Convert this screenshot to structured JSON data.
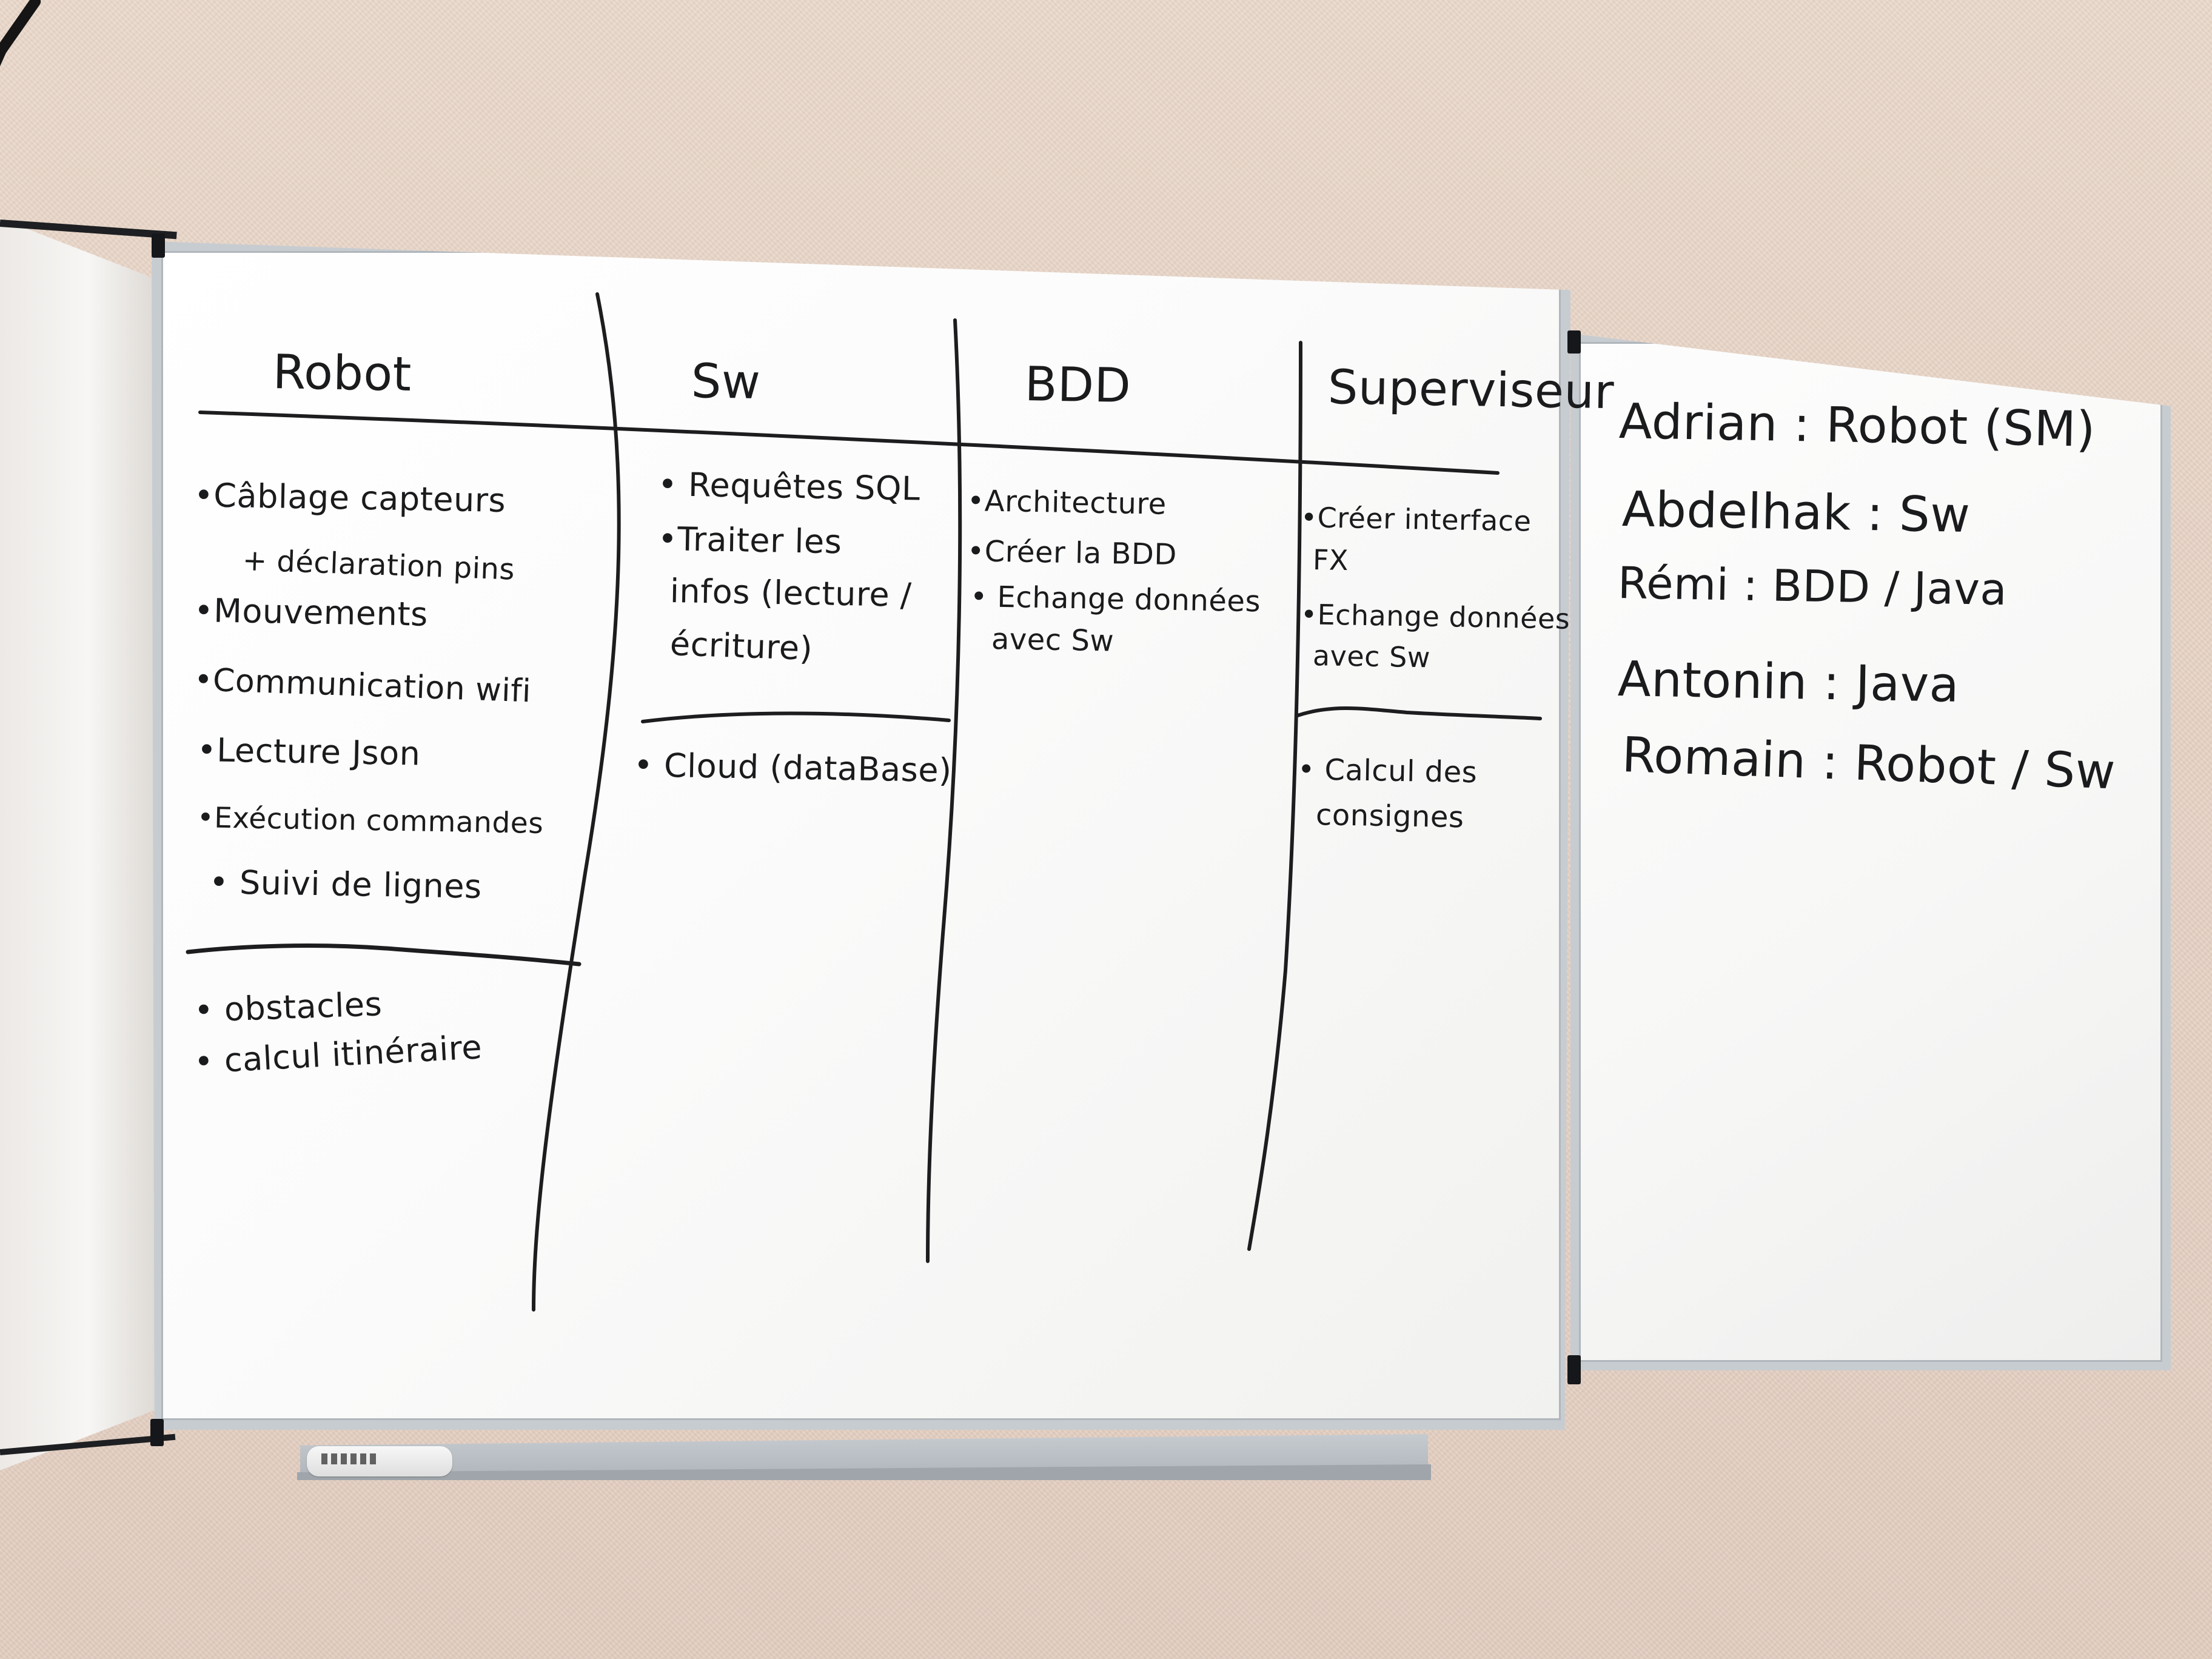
{
  "scene": {
    "board": {
      "columns": [
        {
          "header": "Robot",
          "items": [
            "•Câblage capteurs",
            "+ déclaration pins",
            "•Mouvements",
            "•Communication wifi",
            "•Lecture Json",
            "•Exécution commandes",
            "• Suivi de lignes"
          ],
          "post_items": [
            "• obstacles",
            "• calcul itinéraire"
          ]
        },
        {
          "header": "Sw",
          "items": [
            "• Requêtes SQL",
            "•Traiter les",
            "infos (lecture /",
            "écriture)"
          ],
          "post_items": [
            "• Cloud (dataBase)"
          ]
        },
        {
          "header": "BDD",
          "items": [
            "•Architecture",
            "•Créer la BDD",
            "• Echange données",
            "avec Sw"
          ]
        },
        {
          "header": "Superviseur",
          "items": [
            "•Créer interface",
            "FX",
            "•Echange données",
            "avec Sw"
          ],
          "post_items": [
            "• Calcul des",
            "consignes"
          ]
        }
      ]
    },
    "team_assignments": [
      {
        "text": "Adrian   :  Robot  (SM)"
      },
      {
        "text": "Abdelhak :  Sw"
      },
      {
        "text": "Rémi  :  BDD / Java"
      },
      {
        "text": "Antonin :  Java"
      },
      {
        "text": "Romain :  Robot / Sw"
      }
    ],
    "colors": {
      "wall": "#e7d3c5",
      "board": "#fbfbfb",
      "marker": "#1a1b1d",
      "frame": "#c7ccd1"
    }
  }
}
